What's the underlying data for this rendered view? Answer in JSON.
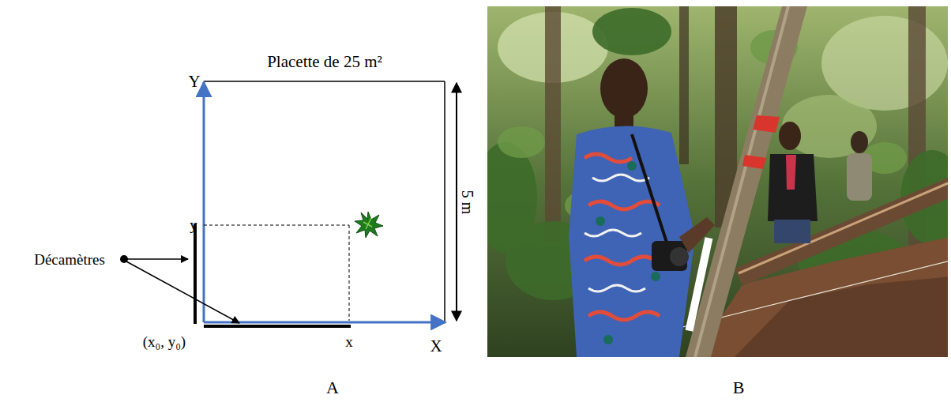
{
  "diagram": {
    "labels": [
      "Placette de 25 m²",
      "Y",
      "5 m",
      "y",
      "Décamètres",
      "(x₀, y₀)",
      "x",
      "X",
      "A",
      "B"
    ]
  }
}
